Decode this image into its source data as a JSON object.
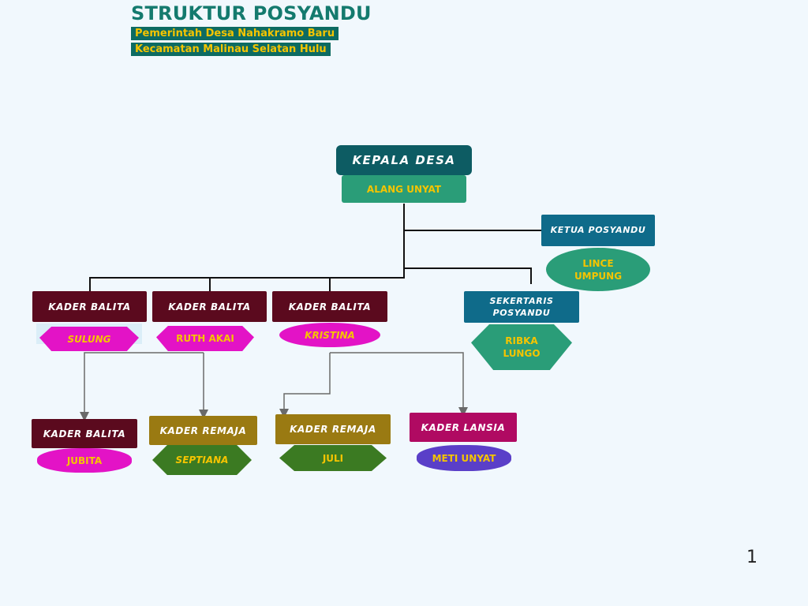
{
  "header": {
    "title": "STRUKTUR POSYANDU",
    "subtitle_1": "Pemerintah Desa Nahakramo Baru",
    "subtitle_2": "Kecamatan Malinau Selatan Hulu"
  },
  "org": {
    "kepala_desa": {
      "role": "KEPALA DESA",
      "name": "ALANG UNYAT"
    },
    "ketua": {
      "role": "KETUA POSYANDU",
      "name_line1": "LINCE",
      "name_line2": "UMPUNG"
    },
    "sekertaris": {
      "role_line1": "SEKERTARIS",
      "role_line2": "POSYANDU",
      "name_line1": "RIBKA",
      "name_line2": "LUNGO"
    },
    "kader_balita_1": {
      "role": "KADER BALITA",
      "name": "SULUNG"
    },
    "kader_balita_2": {
      "role": "KADER BALITA",
      "name": "RUTH AKAI"
    },
    "kader_balita_3": {
      "role": "KADER BALITA",
      "name": "KRISTINA"
    },
    "kader_balita_4": {
      "role": "KADER BALITA",
      "name": "JUBITA"
    },
    "kader_remaja_1": {
      "role": "KADER REMAJA",
      "name": "SEPTIANA"
    },
    "kader_remaja_2": {
      "role": "KADER REMAJA",
      "name": "JULI"
    },
    "kader_lansia": {
      "role": "KADER LANSIA",
      "name": "METI UNYAT"
    }
  },
  "page_number": "1",
  "colors": {
    "background": "#f1f8fd",
    "title_teal": "#147a6e",
    "dark_teal": "#0d5c63",
    "green_teal": "#2a9d78",
    "blue_teal": "#0f6b8a",
    "maroon": "#5b0a1e",
    "magenta": "#e313c6",
    "olive": "#9a7a12",
    "dark_green": "#3b7a22",
    "crimson": "#b00a62",
    "purple": "#5a3fc8",
    "name_yellow": "#f5c400"
  }
}
